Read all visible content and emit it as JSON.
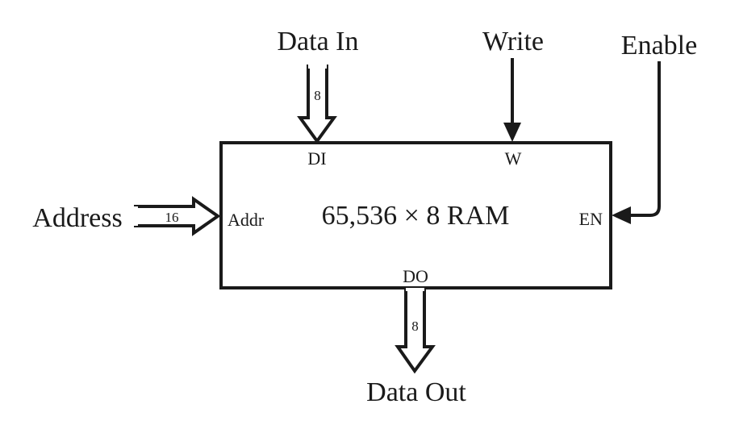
{
  "diagram": {
    "component": {
      "title": "65,536 × 8 RAM",
      "ports": {
        "data_in": "DI",
        "write": "W",
        "address": "Addr",
        "enable": "EN",
        "data_out": "DO"
      }
    },
    "signals": {
      "data_in": {
        "label": "Data In",
        "width": "8"
      },
      "write": {
        "label": "Write"
      },
      "enable": {
        "label": "Enable"
      },
      "address": {
        "label": "Address",
        "width": "16"
      },
      "data_out": {
        "label": "Data Out",
        "width": "8"
      }
    },
    "colors": {
      "stroke": "#1a1a1a",
      "background": "#ffffff"
    }
  }
}
